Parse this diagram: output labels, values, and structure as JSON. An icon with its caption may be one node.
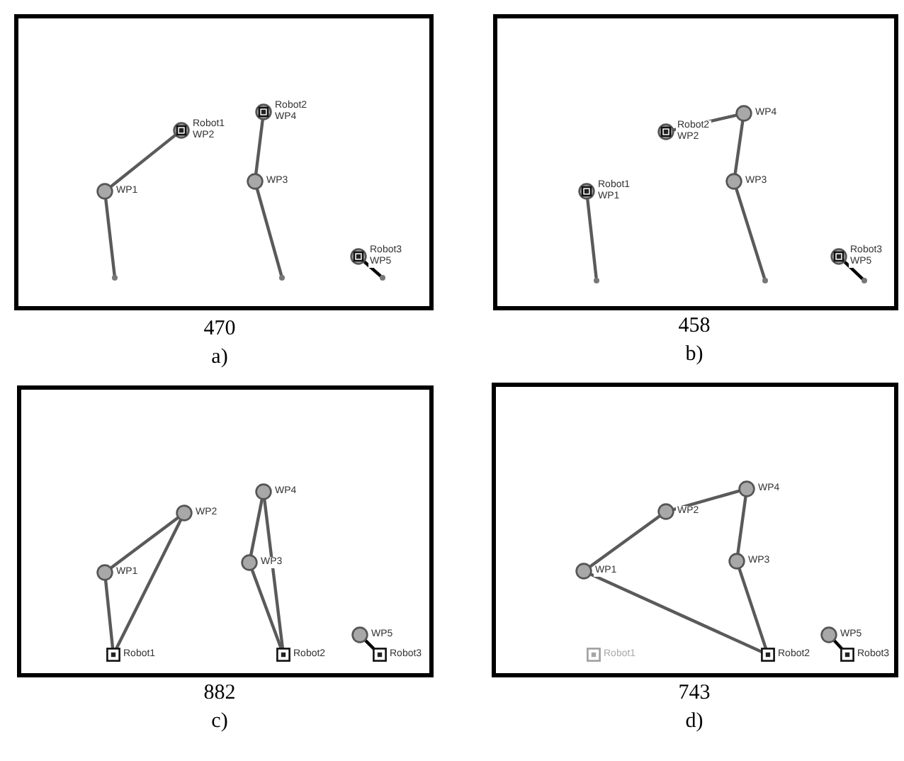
{
  "diagram": {
    "nodes": [
      {
        "text": [],
        "shape": "box",
        "beside": [
          "470",
          "a)"
        ]
      },
      {
        "text": [],
        "shape": "circle",
        "in": 0
      },
      {
        "text": [
          "WP1"
        ],
        "in": 0
      },
      {
        "text": [
          "Robot1",
          "WP2"
        ],
        "in": 0
      },
      {
        "text": [],
        "shape": "circle",
        "in": 0
      },
      {
        "text": [
          "WP3"
        ],
        "in": 0
      },
      {
        "text": [
          "Robot2",
          "WP4"
        ],
        "in": 0
      },
      {
        "text": [],
        "shape": "circle",
        "in": 0
      },
      {
        "text": [
          "Robot3",
          "WP5"
        ],
        "in": 0
      },
      {
        "text": [],
        "shape": "box",
        "beside": [
          "458",
          "b)"
        ]
      },
      {
        "text": [],
        "shape": "circle",
        "in": 9
      },
      {
        "text": [
          "Robot1",
          "WP1"
        ],
        "in": 9
      },
      {
        "text": [
          "Robot2",
          "WP2"
        ],
        "in": 9
      },
      {
        "text": [
          "WP4"
        ],
        "in": 9
      },
      {
        "text": [
          "WP3"
        ],
        "in": 9
      },
      {
        "text": [],
        "shape": "circle",
        "in": 9
      },
      {
        "text": [],
        "shape": "circle",
        "in": 9
      },
      {
        "text": [
          "Robot3",
          "WP5"
        ],
        "in": 9
      },
      {
        "text": [],
        "shape": "box",
        "beside": [
          "882",
          "c)"
        ]
      },
      {
        "text": [
          "WP4"
        ],
        "in": 18
      },
      {
        "text": [
          "WP2"
        ],
        "in": 18
      },
      {
        "text": [
          "WP3"
        ],
        "in": 18
      },
      {
        "text": [
          "WP1"
        ],
        "in": 18
      },
      {
        "text": [
          "WP5"
        ],
        "in": 18
      },
      {
        "text": [
          "Robot1"
        ],
        "in": 18
      },
      {
        "text": [
          "Robot2"
        ],
        "in": 18
      },
      {
        "text": [
          "Robot3"
        ],
        "in": 18
      },
      {
        "text": [],
        "shape": "box",
        "beside": [
          "743",
          "d)"
        ]
      },
      {
        "text": [
          "WP4"
        ],
        "in": 27
      },
      {
        "text": [
          "WP2"
        ],
        "in": 27
      },
      {
        "text": [
          "WP3"
        ],
        "in": 27
      },
      {
        "text": [
          "WP1"
        ],
        "in": 27
      },
      {
        "text": [
          "WP5"
        ],
        "in": 27
      },
      {
        "text": [
          "Robot1"
        ],
        "in": 27
      },
      {
        "text": [
          "Robot2"
        ],
        "in": 27
      },
      {
        "text": [
          "Robot3"
        ],
        "in": 27
      }
    ],
    "edges": [
      {
        "from": 1,
        "to": 2,
        "arrow": "none"
      },
      {
        "from": 2,
        "to": 3,
        "arrow": "none"
      },
      {
        "from": 4,
        "to": 5,
        "arrow": "none"
      },
      {
        "from": 5,
        "to": 6,
        "arrow": "none"
      },
      {
        "from": 7,
        "to": 8,
        "arrow": "none",
        "color": "#000000"
      },
      {
        "from": 10,
        "to": 11,
        "arrow": "none"
      },
      {
        "from": 15,
        "to": 14,
        "arrow": "none"
      },
      {
        "from": 14,
        "to": 13,
        "arrow": "none"
      },
      {
        "from": 13,
        "to": 12,
        "arrow": "none"
      },
      {
        "from": 16,
        "to": 17,
        "arrow": "none",
        "color": "#000000"
      },
      {
        "from": 24,
        "to": 22,
        "arrow": "none"
      },
      {
        "from": 22,
        "to": 20,
        "arrow": "none"
      },
      {
        "from": 20,
        "to": 24,
        "arrow": "none"
      },
      {
        "from": 25,
        "to": 21,
        "arrow": "none"
      },
      {
        "from": 21,
        "to": 19,
        "arrow": "none"
      },
      {
        "from": 19,
        "to": 25,
        "arrow": "none"
      },
      {
        "from": 26,
        "to": 23,
        "arrow": "none",
        "color": "#000000"
      },
      {
        "from": 34,
        "to": 31,
        "arrow": "none"
      },
      {
        "from": 31,
        "to": 29,
        "arrow": "none"
      },
      {
        "from": 29,
        "to": 28,
        "arrow": "none"
      },
      {
        "from": 28,
        "to": 30,
        "arrow": "none"
      },
      {
        "from": 30,
        "to": 34,
        "arrow": "none"
      },
      {
        "from": 35,
        "to": 32,
        "arrow": "none",
        "color": "#000000"
      }
    ]
  }
}
